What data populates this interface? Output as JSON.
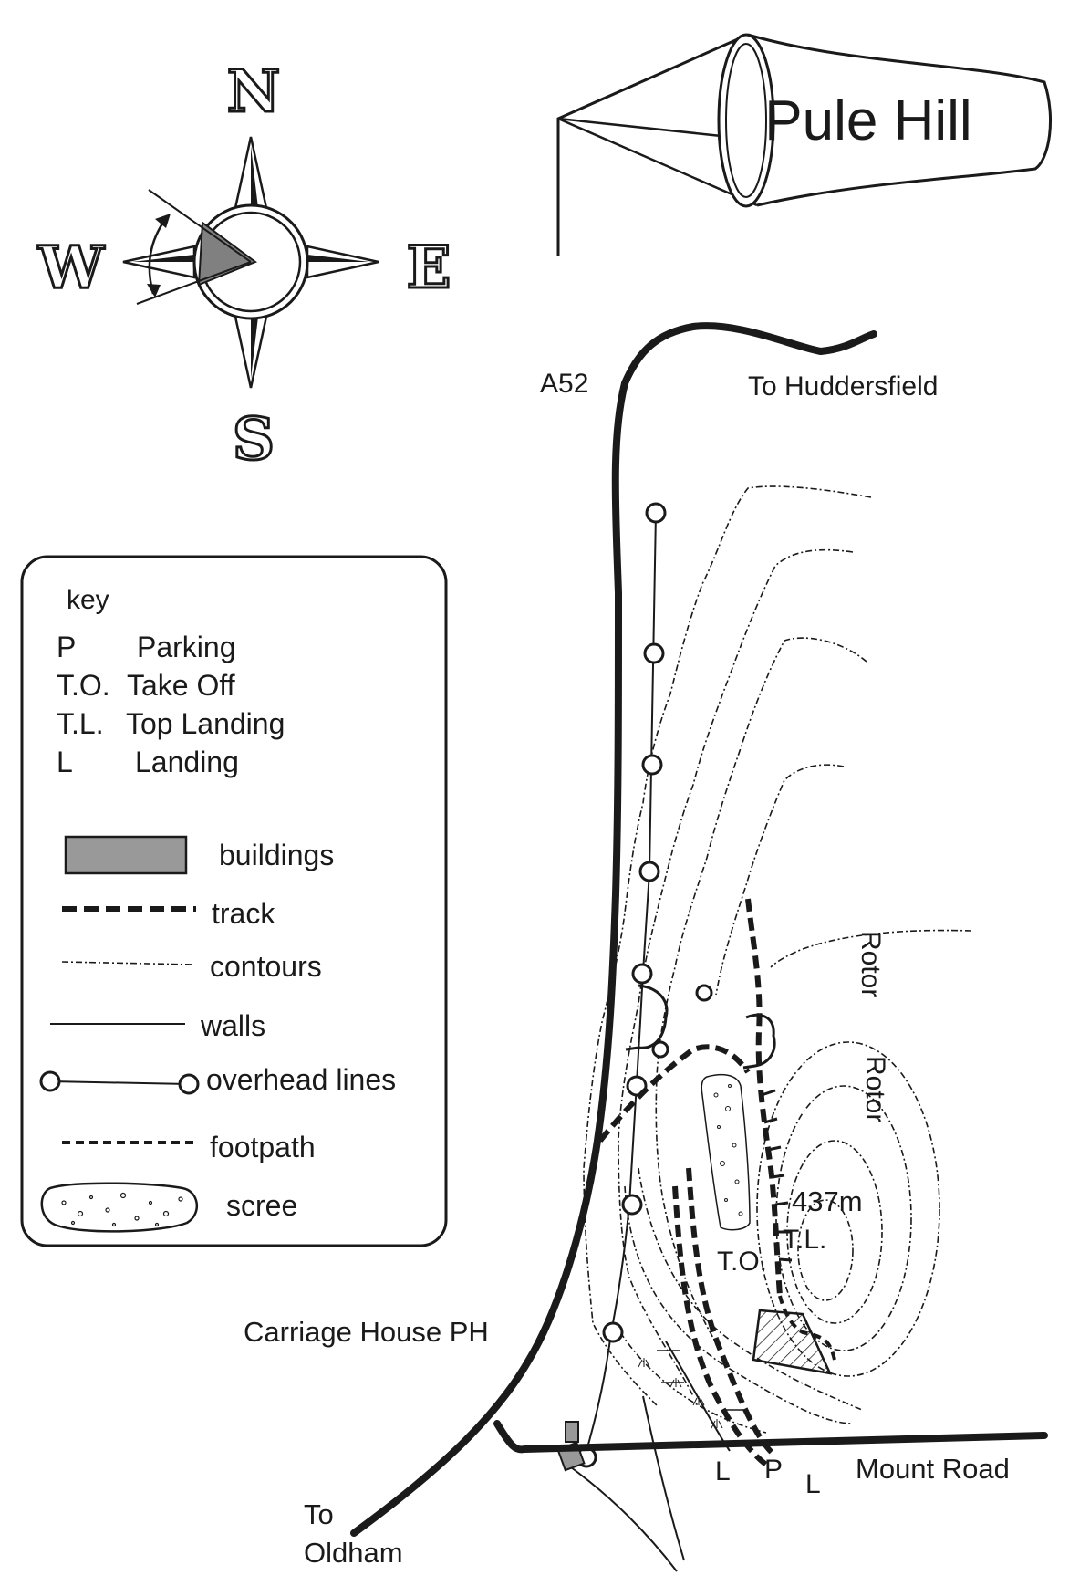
{
  "title": "Pule Hill",
  "compass": {
    "north": "N",
    "south": "S",
    "east": "E",
    "west": "W"
  },
  "roads": {
    "a52": "A52",
    "to_huddersfield": "To Huddersfield",
    "to_oldham_line1": "To",
    "to_oldham_line2": "Oldham",
    "mount_road": "Mount Road"
  },
  "places": {
    "carriage_house": "Carriage House PH",
    "summit_height": "437m",
    "top_landing": "T.L.",
    "take_off": "T.O.",
    "rotor_1": "Rotor",
    "rotor_2": "Rotor",
    "landing_left": "L",
    "parking": "P",
    "landing_right": "L"
  },
  "key": {
    "title": "key",
    "abbreviations": [
      {
        "code": "P",
        "meaning": "Parking"
      },
      {
        "code": "T.O.",
        "meaning": "Take Off"
      },
      {
        "code": "T.L.",
        "meaning": "Top Landing"
      },
      {
        "code": "L",
        "meaning": "Landing"
      }
    ],
    "symbols": {
      "buildings": "buildings",
      "track": "track",
      "contours": "contours",
      "walls": "walls",
      "overhead_lines": "overhead lines",
      "footpath": "footpath",
      "scree": "scree"
    }
  },
  "colors": {
    "ink": "#1a1a1a",
    "building_fill": "#999999",
    "wind_sector_fill": "#808080"
  }
}
